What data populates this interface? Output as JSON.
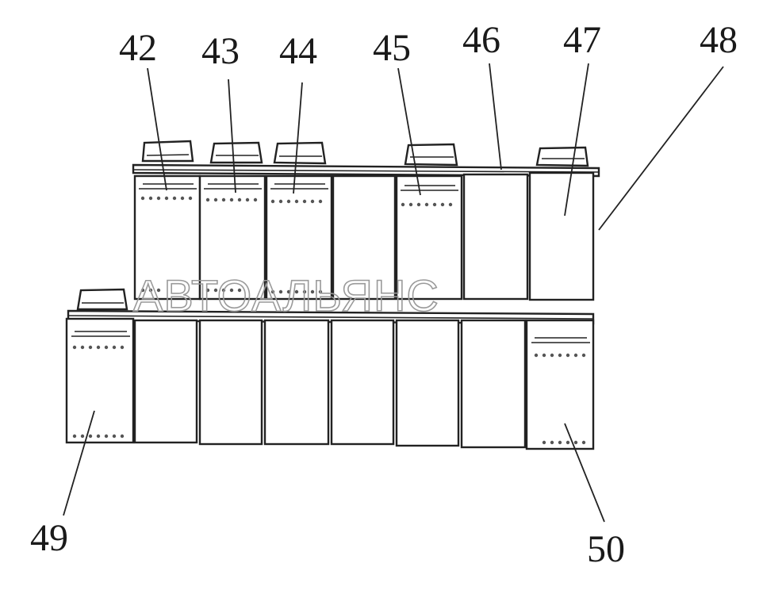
{
  "callouts": {
    "c42": "42",
    "c43": "43",
    "c44": "44",
    "c45": "45",
    "c46": "46",
    "c47": "47",
    "c48": "48",
    "c49": "49",
    "c50": "50"
  },
  "watermark": {
    "text": "АВТОАЛЬЯНС"
  },
  "colors": {
    "line": "#222222",
    "background": "#ffffff",
    "watermark": "#9a9a9a"
  }
}
